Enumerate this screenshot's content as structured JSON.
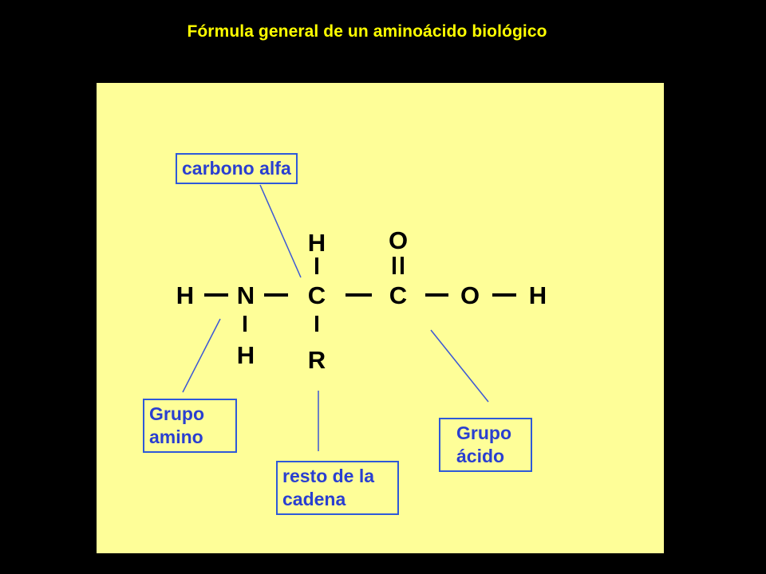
{
  "title": "Fórmula general de un aminoácido biológico",
  "atoms": {
    "h_left": "H",
    "n": "N",
    "h_below_n": "H",
    "h_above_c": "H",
    "c_alpha": "C",
    "r": "R",
    "c_carboxyl": "C",
    "o_double": "O",
    "o_hydroxyl": "O",
    "h_right": "H"
  },
  "labels": {
    "carbono_alfa": "carbono alfa",
    "grupo_amino_line1": "Grupo",
    "grupo_amino_line2": "amino",
    "resto_line1": "resto de la",
    "resto_line2": "cadena",
    "grupo_acido_line1": "Grupo",
    "grupo_acido_line2": "ácido"
  },
  "colors": {
    "background": "#000000",
    "title": "#ffff00",
    "panel": "#fefe98",
    "label_text": "#2a3fd0",
    "label_border": "#2e59d9",
    "pointer": "#3b57d6",
    "formula": "#000000"
  }
}
